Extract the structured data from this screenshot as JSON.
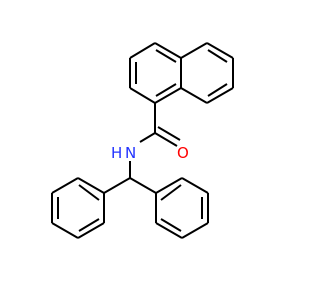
{
  "molecule": {
    "atoms": {
      "nitrogen": {
        "label": "N",
        "hydrogen": "H",
        "color": "#2233ff"
      },
      "oxygen": {
        "label": "O",
        "color": "#ff0000"
      }
    },
    "bond_color": "#000000"
  }
}
